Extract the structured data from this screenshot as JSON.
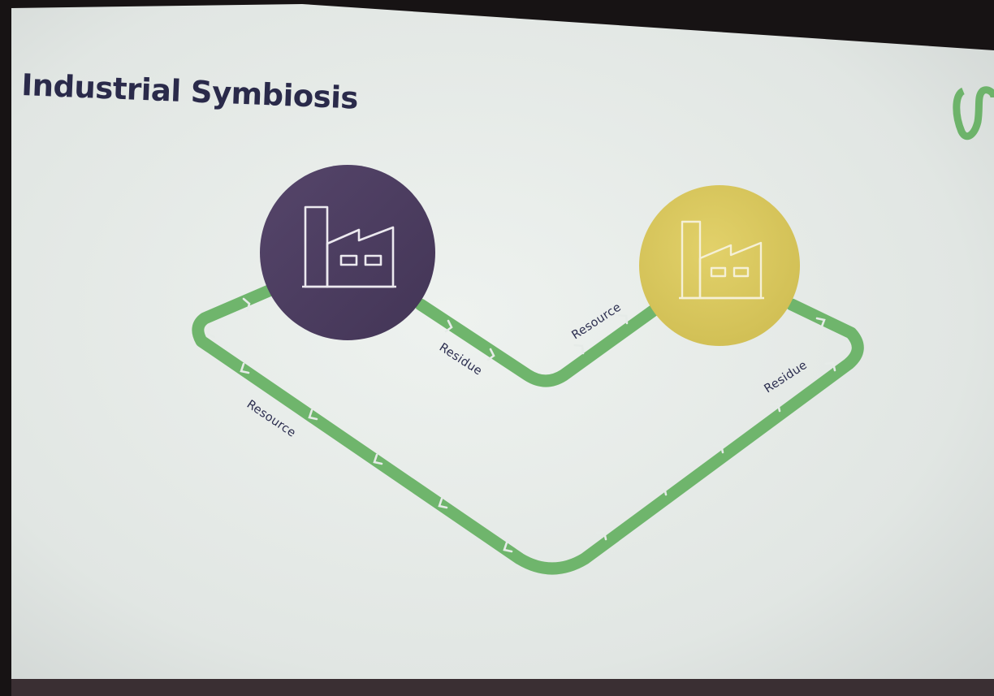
{
  "slide": {
    "title": "Industrial Symbiosis"
  },
  "diagram": {
    "nodes": [
      {
        "id": "factory-a",
        "icon": "factory-icon",
        "color": "#4c3d5f"
      },
      {
        "id": "factory-b",
        "icon": "factory-icon",
        "color": "#d6c65a"
      }
    ],
    "flows": [
      {
        "label": "Residue",
        "from": "factory-a",
        "to": "factory-b"
      },
      {
        "label": "Resource",
        "from": "factory-a",
        "to": "factory-b"
      },
      {
        "label": "Residue",
        "from": "factory-b",
        "to": "factory-a"
      },
      {
        "label": "Resource",
        "from": "factory-b",
        "to": "factory-a"
      }
    ]
  },
  "colors": {
    "flow_green": "#6fb56c",
    "screen": "#e6ebe8",
    "title": "#2a2a4a"
  }
}
